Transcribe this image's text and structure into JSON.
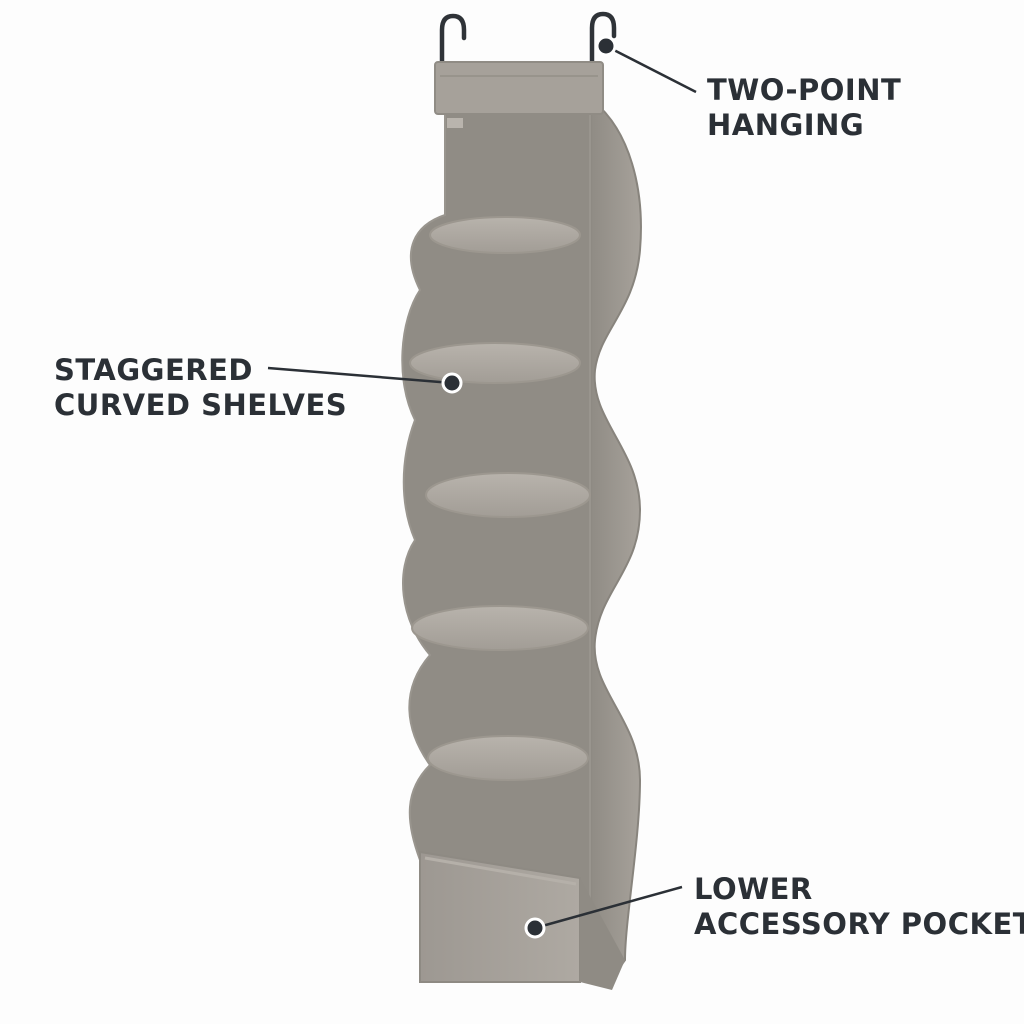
{
  "callouts": {
    "hanging": {
      "line1": "TWO-POINT",
      "line2": "HANGING"
    },
    "shelves": {
      "line1": "STAGGERED",
      "line2": "CURVED SHELVES"
    },
    "pocket": {
      "line1": "LOWER",
      "line2": "ACCESSORY POCKET"
    }
  },
  "colors": {
    "text": "#2b3036",
    "fabric": "#a19c95",
    "fabric_dark": "#8d8982",
    "fabric_light": "#b3aea7",
    "hook": "#2f3338"
  }
}
